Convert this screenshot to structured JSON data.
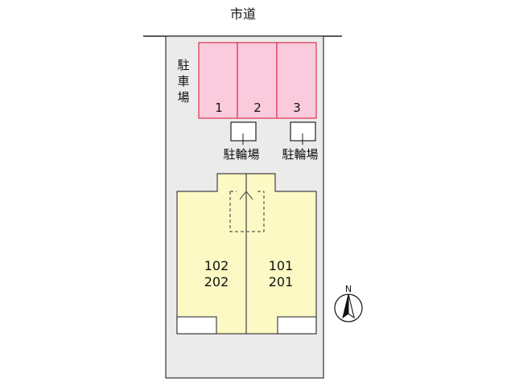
{
  "road": {
    "label": "市道"
  },
  "parking": {
    "label_lines": [
      "駐",
      "車",
      "場"
    ],
    "spaces": [
      "1",
      "2",
      "3"
    ],
    "color": "#f9cbdc",
    "border": "#e0304f"
  },
  "bike_parking": [
    {
      "label": "駐輪場"
    },
    {
      "label": "駐輪場"
    }
  ],
  "units": [
    {
      "line1": "102",
      "line2": "202"
    },
    {
      "line1": "101",
      "line2": "201"
    }
  ],
  "building_color": "#fcf9c4",
  "lot_color": "#ebebeb",
  "compass": {
    "label": "N"
  }
}
